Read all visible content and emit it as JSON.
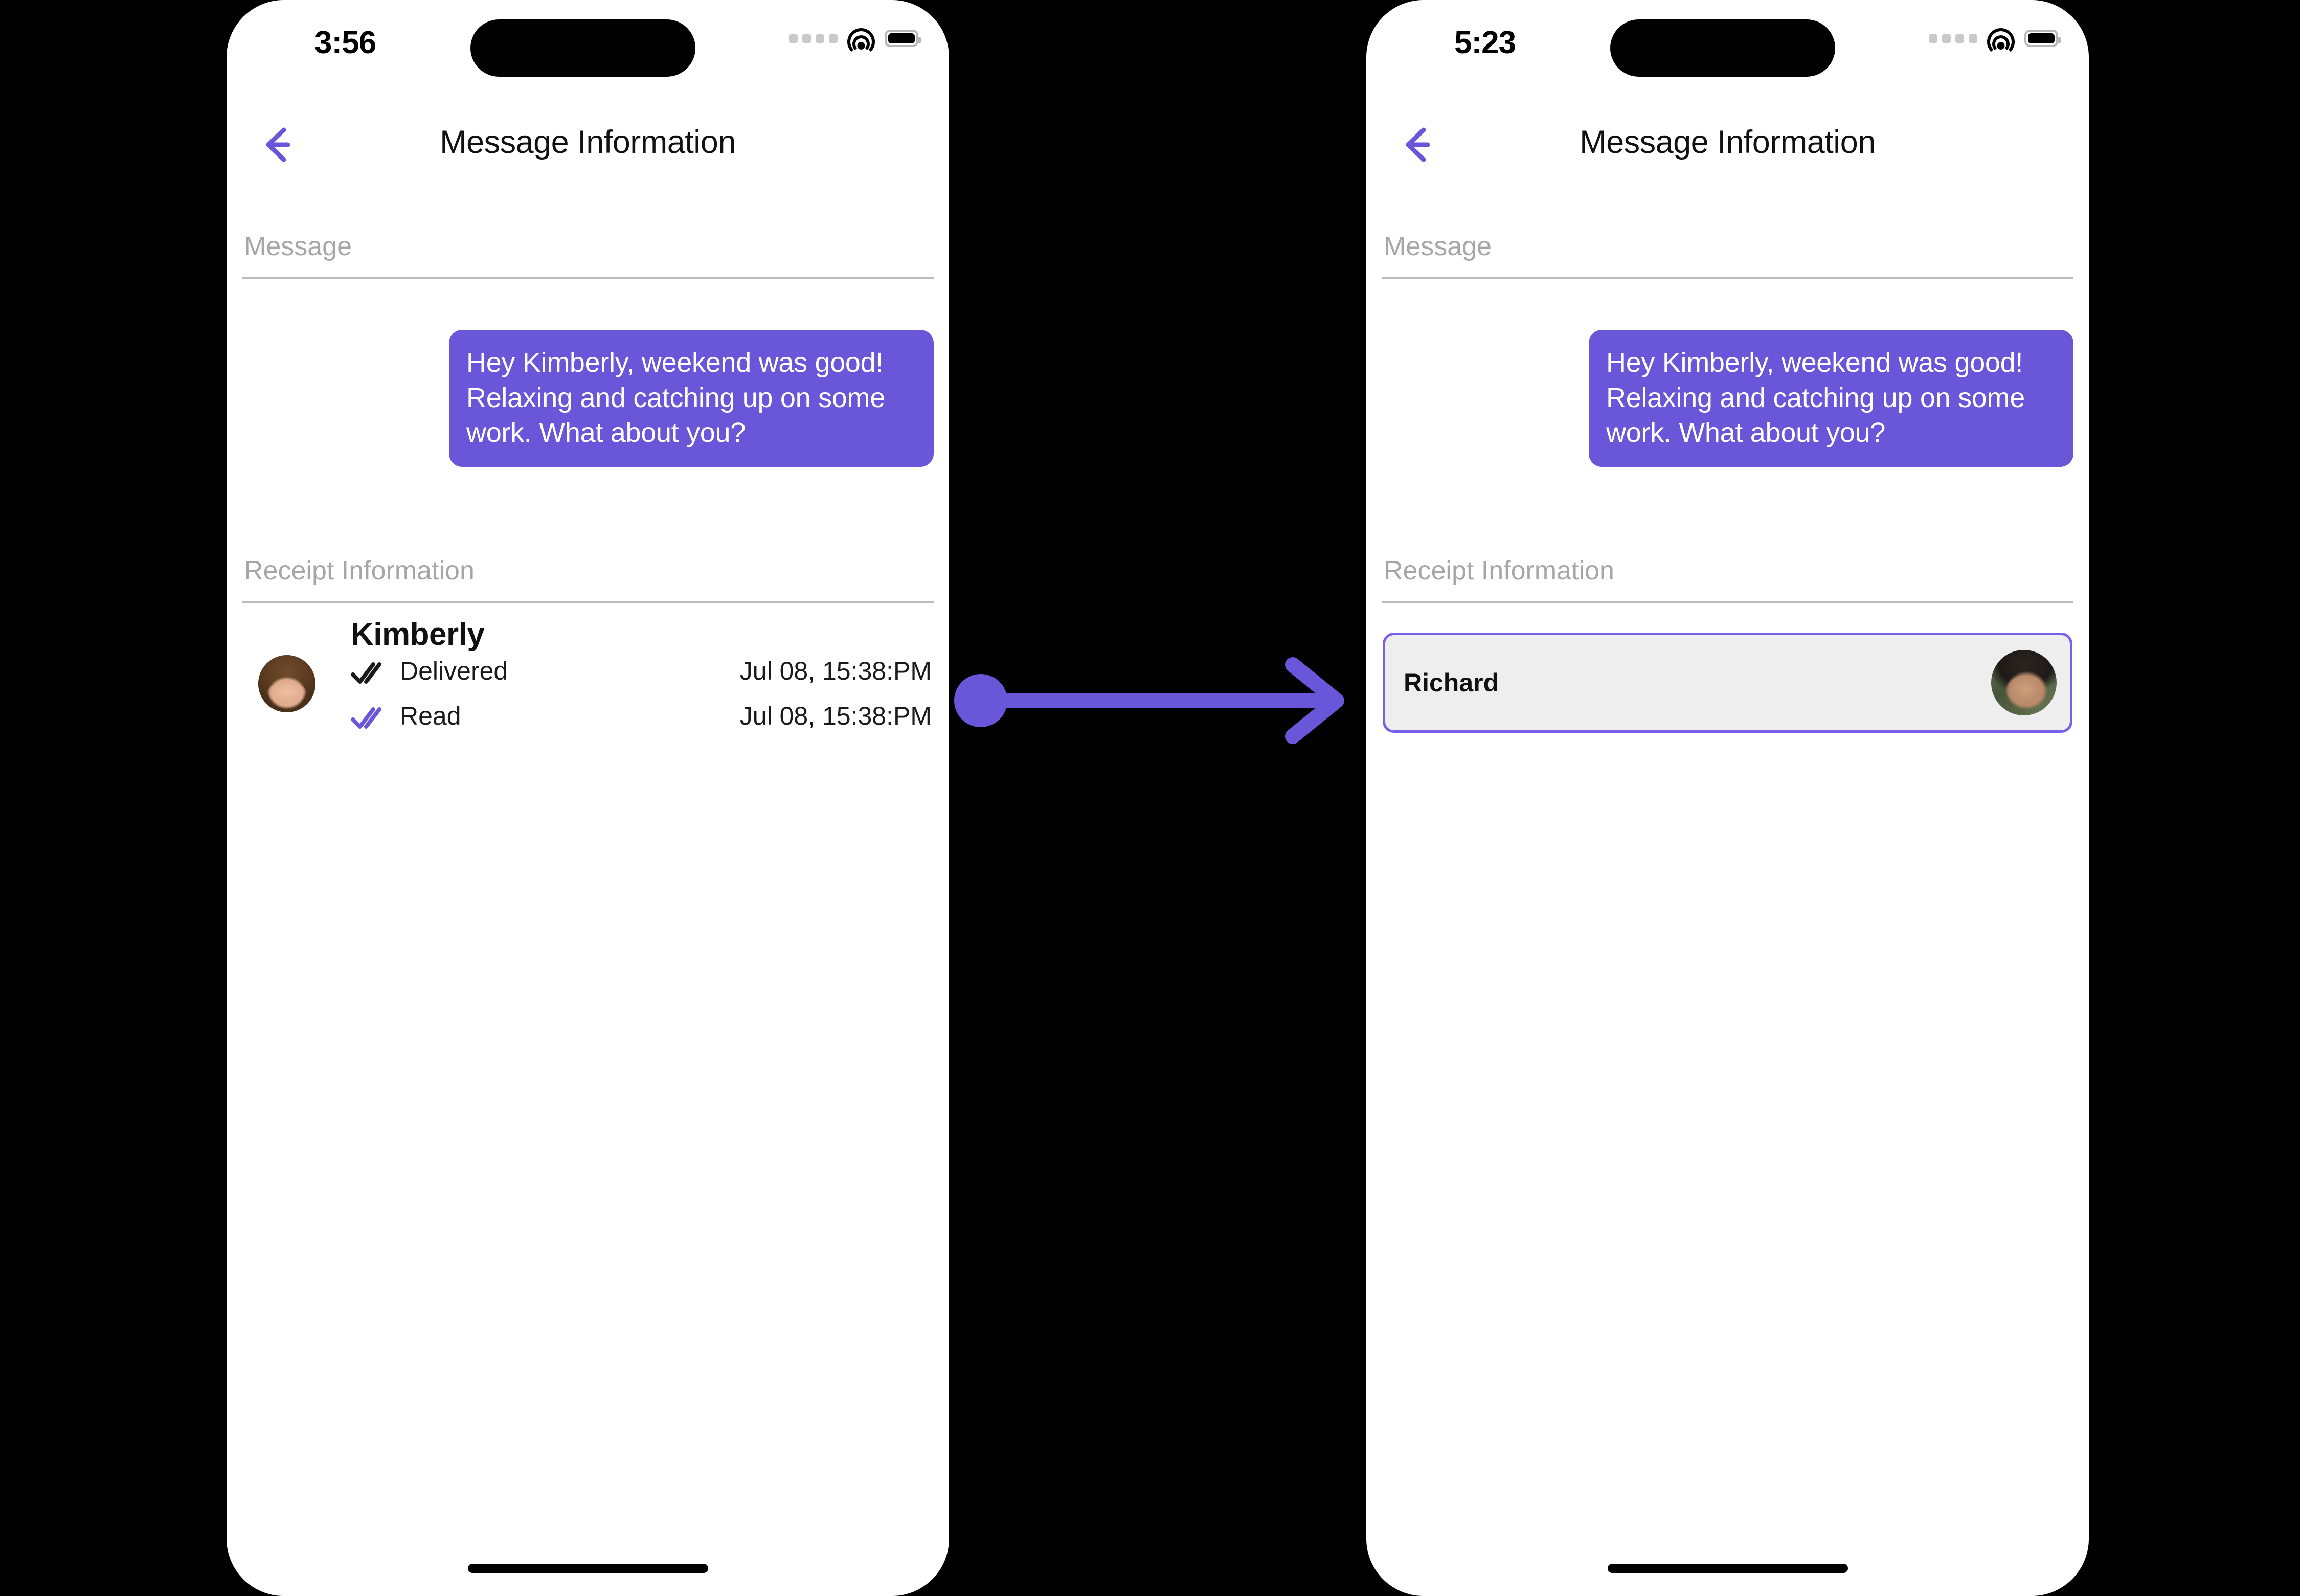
{
  "background_color": "#000000",
  "accent_color": "#6A56D9",
  "screens": [
    {
      "id": "left",
      "status_bar": {
        "time": "3:56",
        "cellular_icon": "cellular-dots-icon",
        "wifi_icon": "wifi-icon",
        "battery_icon": "battery-full-icon"
      },
      "nav": {
        "back_icon": "back-arrow-icon",
        "title": "Message Information"
      },
      "message_section": {
        "label": "Message",
        "bubble_text": "Hey Kimberly, weekend was good!  Relaxing and catching up on some work. What about you?",
        "bubble_color": "#6A56D9"
      },
      "receipt_section": {
        "label": "Receipt Information",
        "contact_name": "Kimberly",
        "avatar_icon": "kimberly-avatar",
        "rows": [
          {
            "icon": "double-check-icon",
            "icon_color": "#1a1a1a",
            "status": "Delivered",
            "time": "Jul 08, 15:38:PM"
          },
          {
            "icon": "double-check-icon",
            "icon_color": "#6A56D9",
            "status": "Read",
            "time": "Jul 08, 15:38:PM"
          }
        ]
      },
      "home_indicator": "home-indicator"
    },
    {
      "id": "right",
      "status_bar": {
        "time": "5:23",
        "cellular_icon": "cellular-dots-icon",
        "wifi_icon": "wifi-icon",
        "battery_icon": "battery-full-icon"
      },
      "nav": {
        "back_icon": "back-arrow-icon",
        "title": "Message Information"
      },
      "message_section": {
        "label": "Message",
        "bubble_text": "Hey Kimberly, weekend was good!  Relaxing and catching up on some work. What about you?",
        "bubble_color": "#6A56D9"
      },
      "receipt_section": {
        "label": "Receipt Information",
        "contact_name": "Richard",
        "avatar_icon": "richard-avatar",
        "card_background": "#EEEEEE",
        "card_border": "#7B5FE8"
      },
      "home_indicator": "home-indicator"
    }
  ],
  "connector": {
    "icon": "flow-arrow-icon",
    "color": "#6A56D9",
    "direction": "left-to-right"
  }
}
